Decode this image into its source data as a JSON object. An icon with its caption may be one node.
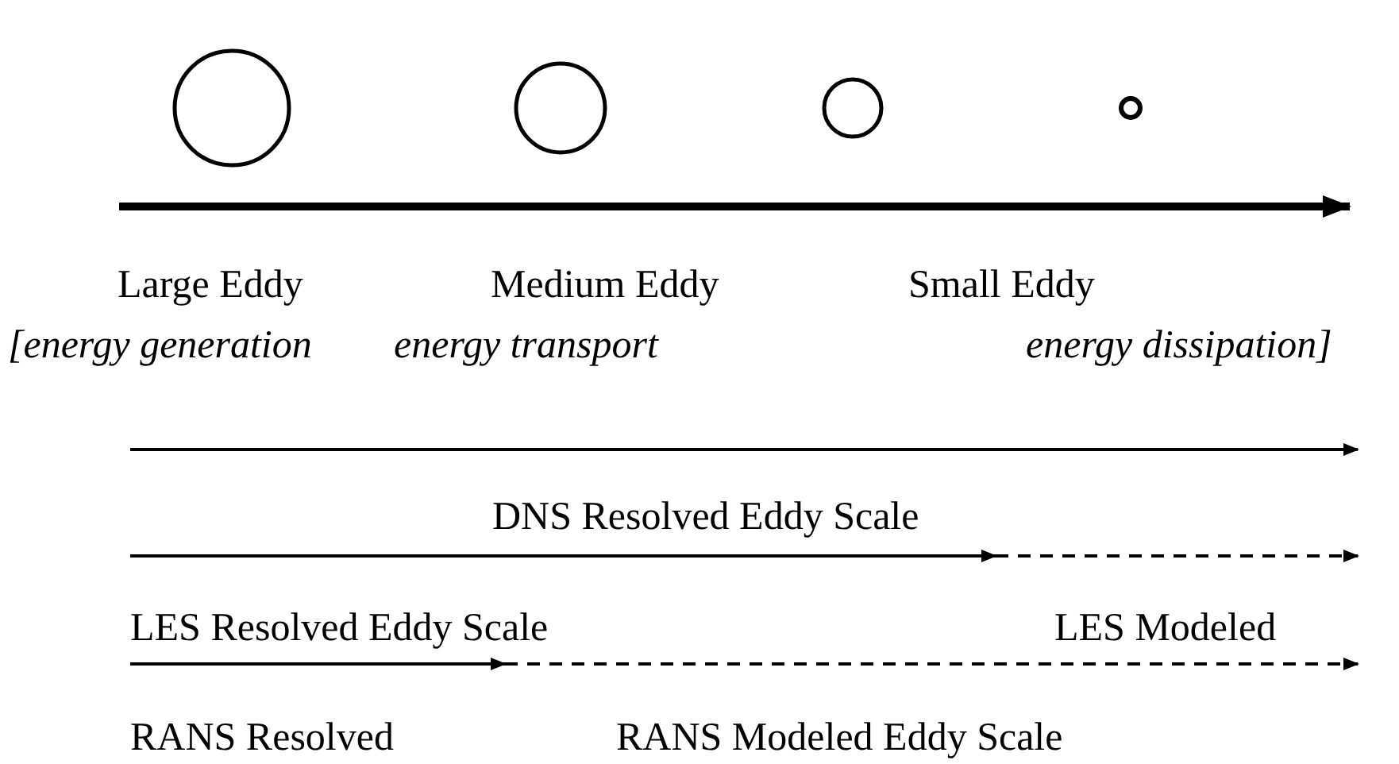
{
  "diagram": {
    "nodes": [
      {
        "text": [],
        "shape": "circle"
      },
      {
        "text": [],
        "shape": "circle"
      },
      {
        "text": [],
        "shape": "circle"
      },
      {
        "text": [],
        "shape": "circle"
      }
    ],
    "labels": [
      "Large Eddy",
      "Medium Eddy",
      "Small Eddy",
      "[energy generation",
      "energy transport",
      "energy dissipation]",
      "DNS Resolved Eddy Scale",
      "LES Resolved Eddy Scale",
      "LES Modeled",
      "RANS Resolved",
      "RANS Modeled Eddy Scale"
    ]
  }
}
